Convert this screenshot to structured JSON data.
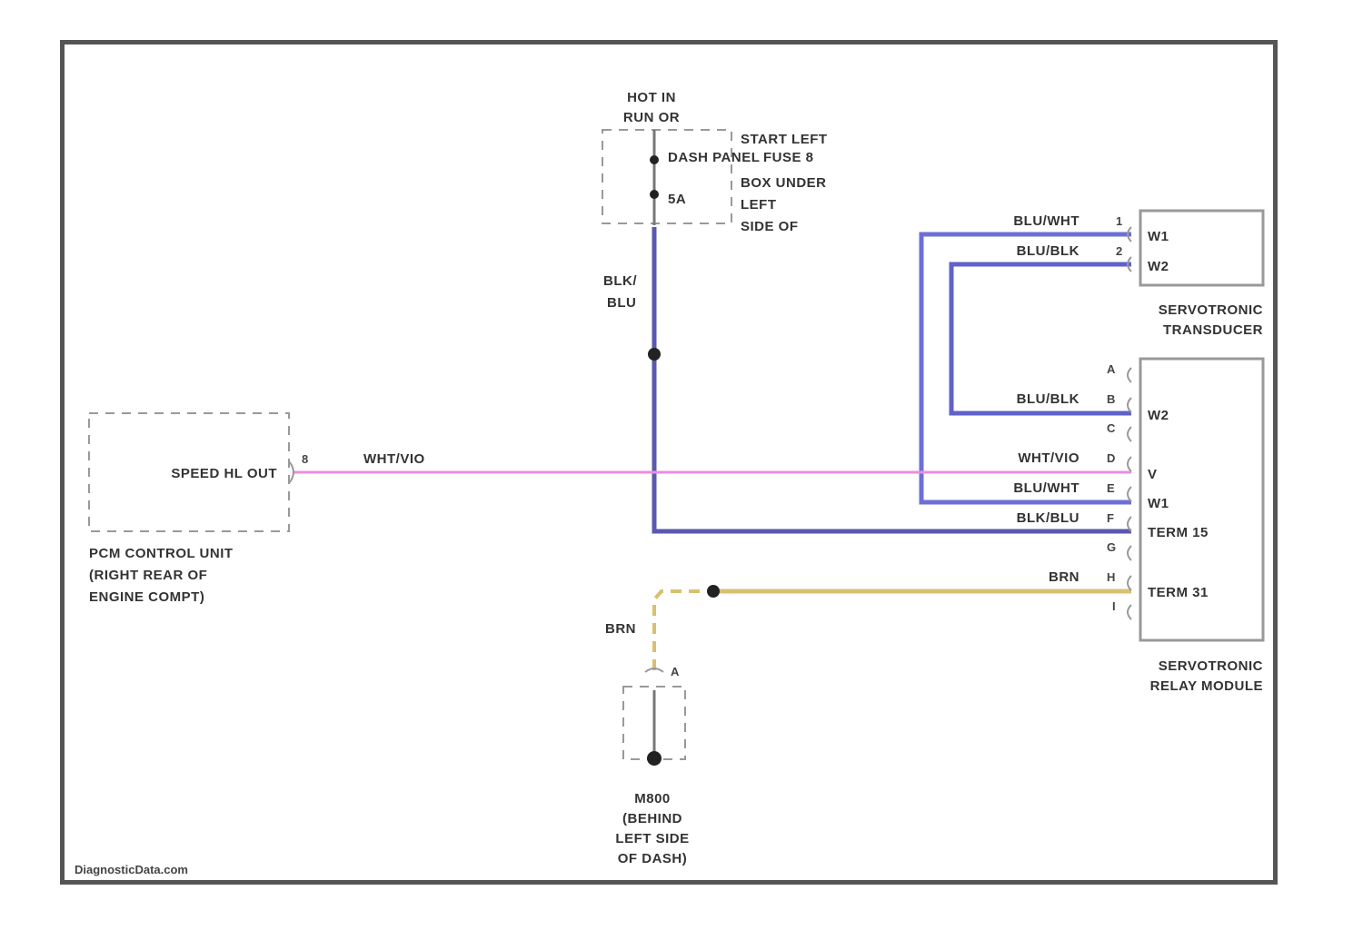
{
  "footer": {
    "watermark": "DiagnosticData.com"
  },
  "power_source": {
    "label_line1": "HOT IN",
    "label_line2": "RUN OR",
    "fuse_title_line1": "START LEFT",
    "fuse_title_line2": "DASH PANEL",
    "fuse_title_line3": "BOX UNDER",
    "fuse_title_line4": "LEFT",
    "fuse_title_line5": "SIDE OF",
    "fuse_label": "FUSE 8",
    "fuse_amp": "5A"
  },
  "wires": {
    "blk_blu_vertical_line1": "BLK/",
    "blk_blu_vertical_line2": "BLU",
    "wht_vio_left": "WHT/VIO",
    "brn_vertical": "BRN"
  },
  "pcm": {
    "pin_speed": "SPEED HL OUT",
    "pin_number": "8",
    "name_line1": "PCM CONTROL UNIT",
    "name_line2": "(RIGHT REAR OF",
    "name_line3": "ENGINE COMPT)"
  },
  "transducer": {
    "pins": [
      {
        "wire": "BLU/WHT",
        "num": "1",
        "label": "W1"
      },
      {
        "wire": "BLU/BLK",
        "num": "2",
        "label": "W2"
      }
    ],
    "name_line1": "SERVOTRONIC",
    "name_line2": "TRANSDUCER"
  },
  "relay_module": {
    "pins": [
      {
        "num": "A",
        "wire": "",
        "label": ""
      },
      {
        "num": "B",
        "wire": "BLU/BLK",
        "label": "W2"
      },
      {
        "num": "C",
        "wire": "",
        "label": ""
      },
      {
        "num": "D",
        "wire": "WHT/VIO",
        "label": "V"
      },
      {
        "num": "E",
        "wire": "BLU/WHT",
        "label": "W1"
      },
      {
        "num": "F",
        "wire": "BLK/BLU",
        "label": "TERM 15"
      },
      {
        "num": "G",
        "wire": "",
        "label": ""
      },
      {
        "num": "H",
        "wire": "BRN",
        "label": "TERM 31"
      },
      {
        "num": "I",
        "wire": "",
        "label": ""
      }
    ],
    "name_line1": "SERVOTRONIC",
    "name_line2": "RELAY MODULE"
  },
  "ground": {
    "pin": "A",
    "name_line1": "M800",
    "name_line2": "(BEHIND",
    "name_line3": "LEFT SIDE",
    "name_line4": "OF DASH)"
  },
  "colors": {
    "blue_wire": "#6d6fd6",
    "blk_blu_wire": "#5a58b0",
    "pink_wire": "#e88ee0",
    "brown_wire": "#d8c070",
    "frame": "#555555"
  }
}
